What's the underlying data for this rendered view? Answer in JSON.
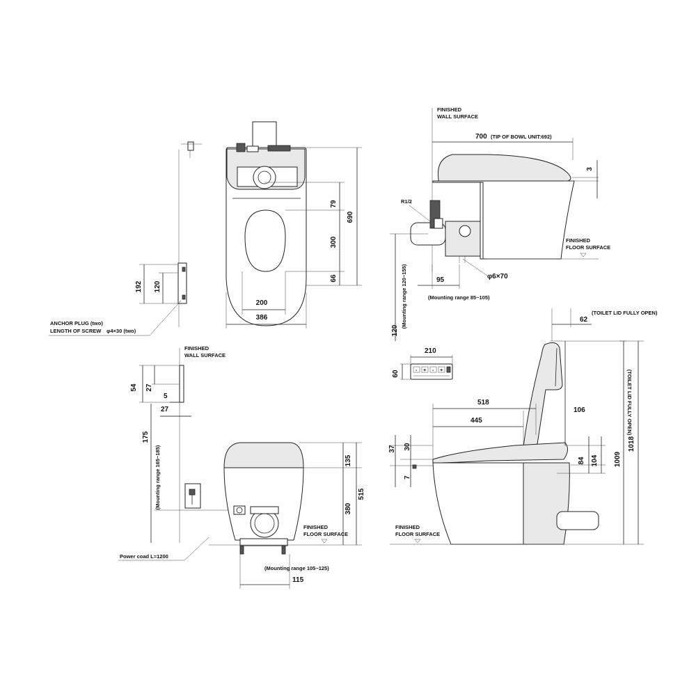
{
  "labels": {
    "finished_wall_surface_1": "FINISHED",
    "finished_wall_surface_2": "WALL SURFACE",
    "finished_floor_surface_1": "FINISHED",
    "finished_floor_surface_2": "FLOOR SURFACE",
    "tip_of_bowl": "(TIP OF BOWL UNIT:692)",
    "toilet_lid_open": "(TOILET LID FULLY OPEN)",
    "anchor_plug": "ANCHOR PLUG (two)",
    "length_of_screw": "LENGTH OF SCREW",
    "screw_size": "φ4×30 (two)",
    "power_cord": "Power coad  L=1200",
    "pipe_size": "φ6×70",
    "pipe_thread": "R1/2",
    "mounting_85_105": "(Mounting range 85~105)",
    "mounting_120_155": "(Mounting range 120~155)",
    "mounting_165_185": "(Mounting range 165~185)",
    "mounting_105_125": "(Mounting range 105~125)"
  },
  "dims": {
    "d200": "200",
    "d386": "386",
    "d690": "690",
    "d79": "79",
    "d300": "300",
    "d66": "66",
    "d192": "192",
    "d120a": "120",
    "d700": "700",
    "d3": "3",
    "d95": "95",
    "d120b": "120",
    "d210": "210",
    "d60": "60",
    "d54": "54",
    "d27a": "27",
    "d5": "5",
    "d27b": "27",
    "d175": "175",
    "d135": "135",
    "d380": "380",
    "d515": "515",
    "d115": "115",
    "d62": "62",
    "d518": "518",
    "d445": "445",
    "d106": "106",
    "d37": "37",
    "d30": "30",
    "d7": "7",
    "d84": "84",
    "d104": "104",
    "d1009": "1009",
    "d1018": "1018"
  },
  "remote_buttons": [
    "-",
    "+",
    "-",
    "+"
  ]
}
